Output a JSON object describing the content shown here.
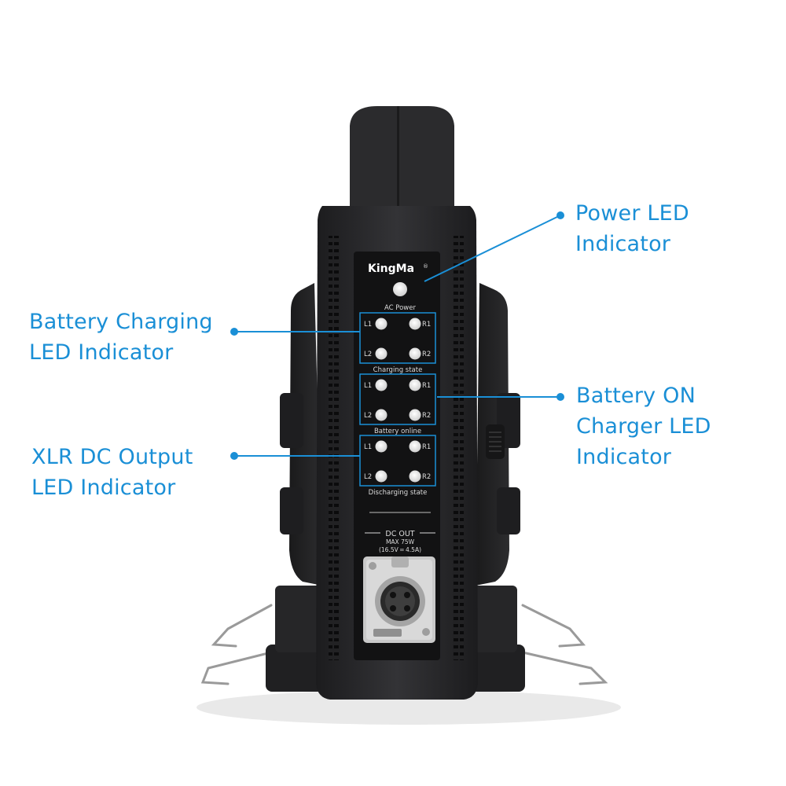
{
  "device": {
    "brand": "KingMa",
    "ac_power_label": "AC Power",
    "groups": [
      {
        "caption": "Charging state",
        "leds": [
          "L1",
          "R1",
          "L2",
          "R2"
        ]
      },
      {
        "caption": "Battery online",
        "leds": [
          "L1",
          "R1",
          "L2",
          "R2"
        ]
      },
      {
        "caption": "Discharging state",
        "leds": [
          "L1",
          "R1",
          "L2",
          "R2"
        ]
      }
    ],
    "dc_out": {
      "title": "DC OUT",
      "max": "MAX 75W",
      "spec": "(16.5V ═ 4.5A)"
    }
  },
  "annotations": {
    "power": [
      "Power LED",
      "Indicator"
    ],
    "charge": [
      "Battery Charging",
      "LED Indicator"
    ],
    "online": [
      "Battery ON",
      "Charger LED",
      "Indicator"
    ],
    "xlr": [
      "XLR DC Output",
      "LED Indicator"
    ]
  },
  "colors": {
    "annotation": "#1a8fd6",
    "device_body": "#2a2a2c",
    "panel": "#141414",
    "led": "#f2f2f2"
  }
}
